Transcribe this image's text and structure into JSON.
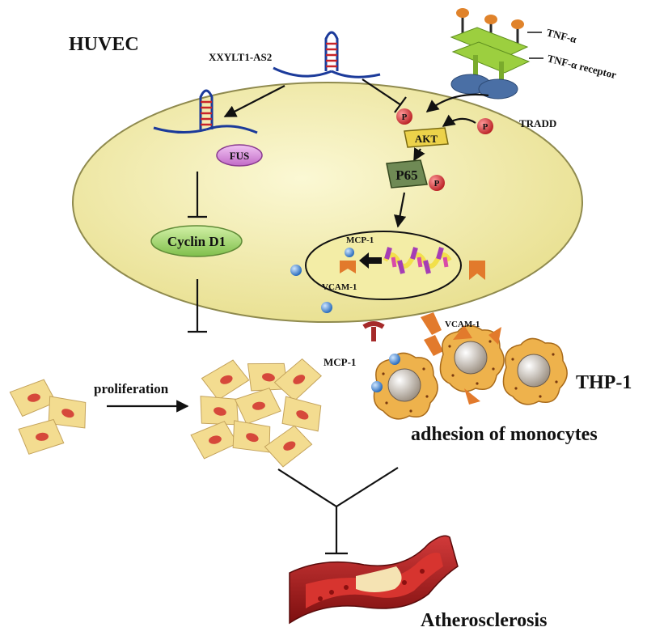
{
  "labels": {
    "huvec": "HUVEC",
    "lncrna": "XXYLT1-AS2",
    "tnf_a": "TNF-α",
    "tnf_receptor": "TNF-α receptor",
    "tradd": "TRADD",
    "phospho": "P",
    "akt": "AKT",
    "p65": "P65",
    "fus": "FUS",
    "cyclin_d1": "Cyclin D1",
    "mcp1_nucleus": "MCP-1",
    "vcam1_nucleus": "VCAM-1",
    "vcam1_monocyte": "VCAM-1",
    "mcp1_monocyte": "MCP-1",
    "thp1": "THP-1",
    "proliferation": "proliferation",
    "adhesion": "adhesion of monocytes",
    "atherosclerosis": "Atherosclerosis"
  },
  "colors": {
    "cell_fill": "#f1ecac",
    "cell_stroke": "#8f8a4e",
    "rna_blue": "#1b3a9a",
    "rna_red": "#c8242a",
    "fus_fill": "#d986dc",
    "cyclin_fill": "#a9d97a",
    "akt_fill": "#ecd24a",
    "p65_fill": "#6f8a55",
    "phospho_fill": "#d23236",
    "receptor_green": "#9ccf3f",
    "receptor_blue": "#4a6fa5",
    "ligand_orange": "#e0832b",
    "mcp1_blue": "#4a8fd6",
    "vcam_orange": "#e27a2c",
    "monocyte_fill": "#eeb24c",
    "vessel_red": "#b41c1c"
  }
}
